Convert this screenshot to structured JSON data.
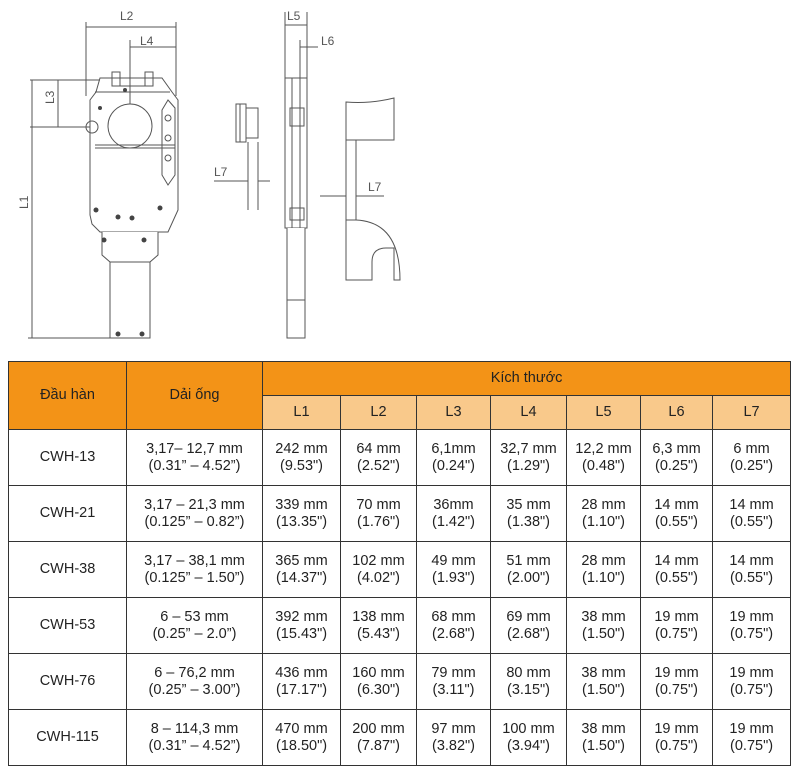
{
  "drawing": {
    "labels": {
      "l1": "L1",
      "l2": "L2",
      "l3": "L3",
      "l4": "L4",
      "l5": "L5",
      "l6": "L6",
      "l7a": "L7",
      "l7b": "L7"
    }
  },
  "table": {
    "head": {
      "model": "Đầu hàn",
      "range": "Dải ống",
      "dims": "Kích thước"
    },
    "dim_cols": [
      "L1",
      "L2",
      "L3",
      "L4",
      "L5",
      "L6",
      "L7"
    ],
    "rows": [
      {
        "model": "CWH-13",
        "range": [
          "3,17– 12,7 mm",
          "(0.31” – 4.52”)"
        ],
        "vals": [
          [
            "242 mm",
            "(9.53\")"
          ],
          [
            "64 mm",
            "(2.52\")"
          ],
          [
            "6,1mm",
            "(0.24\")"
          ],
          [
            "32,7 mm",
            "(1.29\")"
          ],
          [
            "12,2 mm",
            "(0.48\")"
          ],
          [
            "6,3 mm",
            "(0.25\")"
          ],
          [
            "6 mm",
            "(0.25\")"
          ]
        ]
      },
      {
        "model": "CWH-21",
        "range": [
          "3,17 – 21,3 mm",
          "(0.125” – 0.82”)"
        ],
        "vals": [
          [
            "339 mm",
            "(13.35\")"
          ],
          [
            "70 mm",
            "(1.76\")"
          ],
          [
            "36mm",
            "(1.42\")"
          ],
          [
            "35 mm",
            "(1.38\")"
          ],
          [
            "28 mm",
            "(1.10\")"
          ],
          [
            "14 mm",
            "(0.55\")"
          ],
          [
            "14 mm",
            "(0.55\")"
          ]
        ]
      },
      {
        "model": "CWH-38",
        "range": [
          "3,17 – 38,1 mm",
          "(0.125” – 1.50”)"
        ],
        "vals": [
          [
            "365 mm",
            "(14.37\")"
          ],
          [
            "102 mm",
            "(4.02\")"
          ],
          [
            "49 mm",
            "(1.93\")"
          ],
          [
            "51 mm",
            "(2.00\")"
          ],
          [
            "28 mm",
            "(1.10\")"
          ],
          [
            "14 mm",
            "(0.55\")"
          ],
          [
            "14 mm",
            "(0.55\")"
          ]
        ]
      },
      {
        "model": "CWH-53",
        "range": [
          "6 – 53 mm",
          "(0.25” – 2.0”)"
        ],
        "vals": [
          [
            "392 mm",
            "(15.43\")"
          ],
          [
            "138 mm",
            "(5.43\")"
          ],
          [
            "68 mm",
            "(2.68\")"
          ],
          [
            "69 mm",
            "(2.68\")"
          ],
          [
            "38 mm",
            "(1.50\")"
          ],
          [
            "19 mm",
            "(0.75\")"
          ],
          [
            "19 mm",
            "(0.75\")"
          ]
        ]
      },
      {
        "model": "CWH-76",
        "range": [
          "6 – 76,2 mm",
          "(0.25” – 3.00”)"
        ],
        "vals": [
          [
            "436 mm",
            "(17.17\")"
          ],
          [
            "160 mm",
            "(6.30\")"
          ],
          [
            "79 mm",
            "(3.11\")"
          ],
          [
            "80 mm",
            "(3.15\")"
          ],
          [
            "38 mm",
            "(1.50\")"
          ],
          [
            "19 mm",
            "(0.75\")"
          ],
          [
            "19 mm",
            "(0.75\")"
          ]
        ]
      },
      {
        "model": "CWH-115",
        "range": [
          "8 – 114,3 mm",
          "(0.31” – 4.52”)"
        ],
        "vals": [
          [
            "470 mm",
            "(18.50\")"
          ],
          [
            "200 mm",
            "(7.87\")"
          ],
          [
            "97 mm",
            "(3.82\")"
          ],
          [
            "100 mm",
            "(3.94\")"
          ],
          [
            "38 mm",
            "(1.50\")"
          ],
          [
            "19 mm",
            "(0.75\")"
          ],
          [
            "19 mm",
            "(0.75\")"
          ]
        ]
      }
    ]
  }
}
